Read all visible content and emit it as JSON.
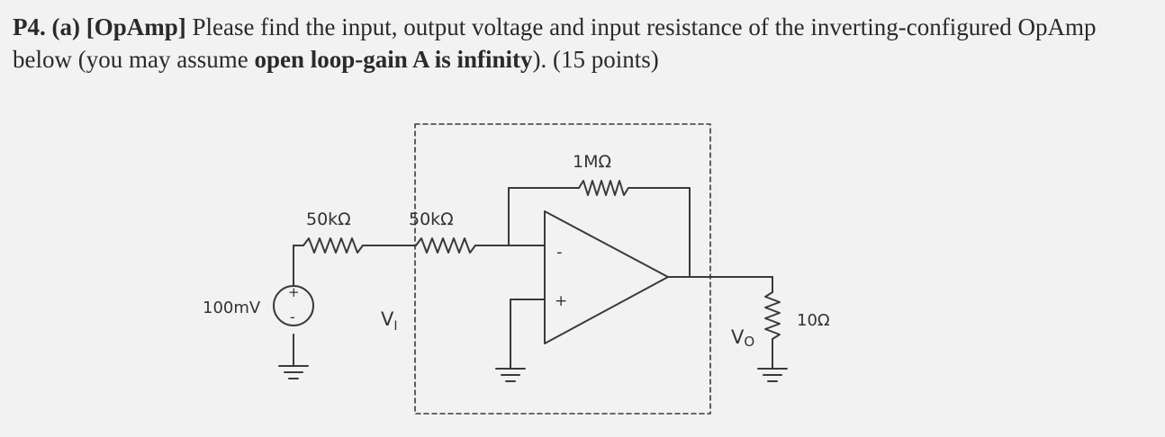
{
  "question": {
    "label": "P4. (a) [OpAmp]",
    "text_1": " Please find the input, output voltage and input resistance of the inverting-configured OpAmp below (you may assume ",
    "bold": "open loop-gain A is infinity",
    "text_2": "). (15 points)"
  },
  "circuit": {
    "source_voltage": "100mV",
    "source_plus": "+",
    "source_minus": "-",
    "r1": "50kΩ",
    "r2": "50kΩ",
    "rf": "1MΩ",
    "rl": "10Ω",
    "vi_label": "V",
    "vi_sub": "I",
    "vo_label": "V",
    "vo_sub": "O",
    "inv_sign": "-",
    "noninv_sign": "+"
  }
}
